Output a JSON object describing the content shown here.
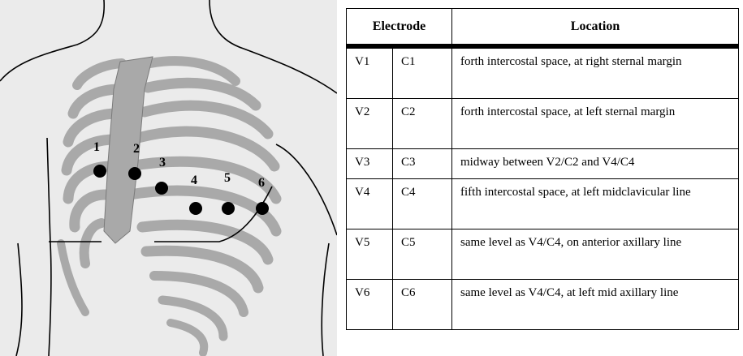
{
  "figure": {
    "electrode_labels": [
      "1",
      "2",
      "3",
      "4",
      "5",
      "6"
    ]
  },
  "table": {
    "header": {
      "electrode": "Electrode",
      "location": "Location"
    },
    "rows": [
      {
        "v": "V1",
        "c": "C1",
        "location": "forth intercostal space, at right sternal margin"
      },
      {
        "v": "V2",
        "c": "C2",
        "location": "forth intercostal space, at left sternal margin"
      },
      {
        "v": "V3",
        "c": "C3",
        "location": "midway between V2/C2 and V4/C4"
      },
      {
        "v": "V4",
        "c": "C4",
        "location": "fifth intercostal space, at left midclavicular line"
      },
      {
        "v": "V5",
        "c": "C5",
        "location": "same level as V4/C4, on anterior axillary line"
      },
      {
        "v": "V6",
        "c": "C6",
        "location": "same level as V4/C4, at left mid axillary line"
      }
    ]
  }
}
